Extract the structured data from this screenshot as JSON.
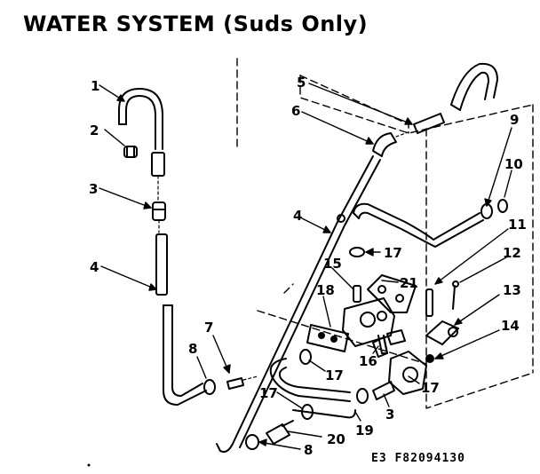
{
  "title": "WATER SYSTEM (Suds Only)",
  "diagram_code": "E3 F82094130",
  "callouts": [
    "1",
    "2",
    "3",
    "4",
    "5",
    "6",
    "7",
    "8",
    "9",
    "10",
    "11",
    "12",
    "13",
    "14",
    "15",
    "16",
    "17",
    "18",
    "19",
    "20",
    "21"
  ],
  "colors": {
    "ink": "#000000",
    "paper": "#ffffff"
  }
}
